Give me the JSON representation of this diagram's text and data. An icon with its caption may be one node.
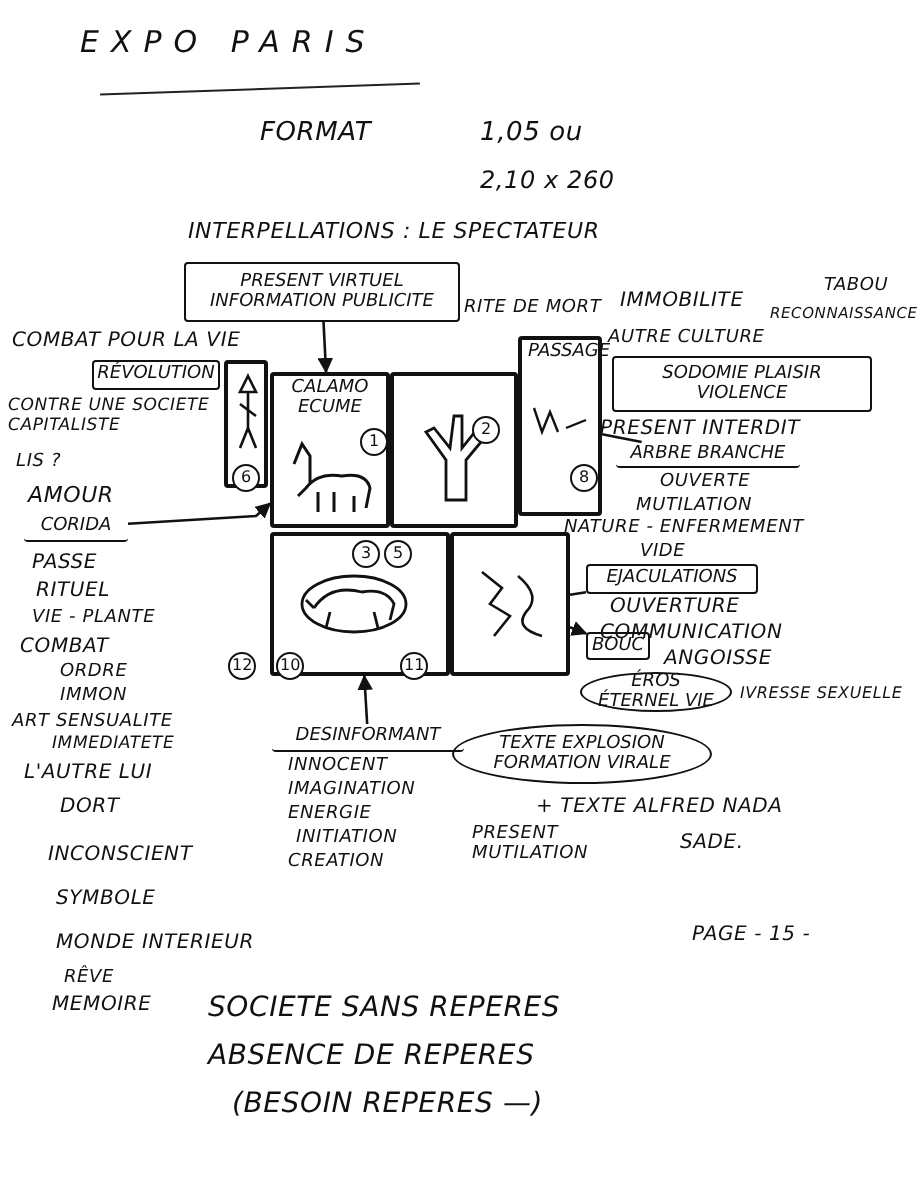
{
  "diagram": {
    "title": "EXPO PARIS",
    "nodes": [
      {
        "text": [
          "PRESENT VIRTUEL",
          "INFORMATION PUBLICITE"
        ]
      },
      {
        "text": [
          "RÉVOLUTION"
        ]
      },
      {
        "text": [],
        "shape": "picture"
      },
      {
        "text": [
          "CALAMO ECUME"
        ]
      },
      {
        "text": [],
        "shape": "picture"
      },
      {
        "text": [
          "PASSAGE"
        ]
      },
      {
        "text": [],
        "shape": "picture"
      },
      {
        "text": [],
        "shape": "picture"
      },
      {
        "text": [
          "CORIDA"
        ]
      },
      {
        "text": [
          "SODOMIE PLAISIR VIOLENCE"
        ]
      },
      {
        "text": [
          "ARBRE BRANCHE"
        ]
      },
      {
        "text": [
          "EJACULATIONS"
        ]
      },
      {
        "text": [
          "BOUC"
        ]
      },
      {
        "text": [
          "ÉROS ÉTERNEL VIE"
        ]
      },
      {
        "text": [
          "TEXTE EXPLOSION",
          "FORMATION VIRALE"
        ]
      },
      {
        "text": [
          "DESINFORMANT"
        ]
      }
    ],
    "edges": [
      {
        "from": 0,
        "to": 3,
        "arrow": "to"
      },
      {
        "from": 8,
        "to": 3,
        "arrow": "to"
      },
      {
        "from": 10,
        "to": 5,
        "arrow": "none"
      },
      {
        "from": 11,
        "to": 7,
        "arrow": "none"
      },
      {
        "from": 15,
        "to": 6,
        "arrow": "to"
      },
      {
        "from": 7,
        "to": 12,
        "arrow": "to"
      }
    ],
    "labels": [
      "FORMAT",
      "1,05 ou",
      "2,10 x 260",
      "INTERPELLATIONS : LE SPECTATEUR",
      "RITE DE MORT",
      "IMMOBILITE",
      "TABOU",
      "RECONNAISSANCE",
      "AUTRE CULTURE",
      "COMBAT POUR LA VIE",
      "CONTRE UNE SOCIETE CAPITALISTE",
      "LIS ?",
      "AMOUR",
      "PASSE",
      "RITUEL",
      "VIE - PLANTE",
      "COMBAT",
      "ORDRE",
      "IMMON",
      "ART SENSUALITE",
      "IMMEDIATETE",
      "L'AUTRE LUI",
      "DORT",
      "INCONSCIENT",
      "SYMBOLE",
      "MONDE INTERIEUR",
      "RÊVE",
      "MEMOIRE",
      "PRESENT INTERDIT",
      "OUVERTE",
      "MUTILATION",
      "NATURE - ENFERMEMENT",
      "VIDE",
      "OUVERTURE",
      "COMMUNICATION",
      "ANGOISSE",
      "IVRESSE SEXUELLE",
      "+ TEXTE ALFRED NADA",
      "SADE.",
      "INNOCENT",
      "IMAGINATION",
      "ENERGIE",
      "INITIATION",
      "CREATION",
      "PRESENT MUTILATION",
      "PAGE - 15 -",
      "SOCIETE SANS REPERES",
      "ABSENCE DE REPERES",
      "(BESOIN REPERES —)",
      "1",
      "2",
      "8",
      "6",
      "3",
      "5",
      "12",
      "10",
      "11"
    ]
  }
}
